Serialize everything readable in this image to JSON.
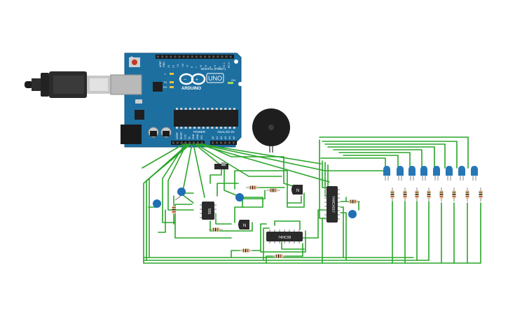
{
  "arduino": {
    "brand_label": "ARDUINO",
    "model_label": "UNO",
    "digital_header_label": "DIGITAL (PWM~)",
    "power_header_label": "POWER",
    "analog_header_label": "ANALOG IN",
    "tx_label": "TX",
    "rx_label": "RX",
    "l_label": "L",
    "on_label": "ON",
    "aref_label": "AREF",
    "gnd_label": "GND",
    "analog_pins": [
      "A0",
      "A1",
      "A2",
      "A3",
      "A4",
      "A5"
    ],
    "digital_pins": [
      "13",
      "12",
      "~11",
      "~10",
      "~9",
      "8",
      "7",
      "~6",
      "~5",
      "4",
      "~3",
      "2",
      "TX 1",
      "RX 0"
    ],
    "power_pins": [
      "IOREF",
      "RESET",
      "3.3V",
      "5V",
      "GND",
      "GND",
      "VIN"
    ],
    "board_color": "#1d6fa0"
  },
  "components": {
    "timer_ic_label": "555",
    "counter_ic_label": "74HC4017",
    "gate_ic_label": "74HC08",
    "transistor_label_1": "N",
    "transistor_label_2": "N"
  },
  "colors": {
    "wire": "#2aa52a",
    "capacitor": "#1f6fb5",
    "led": "#2577b8",
    "ic": "#2b2b2b",
    "resistor_body": "#d9c59a"
  }
}
